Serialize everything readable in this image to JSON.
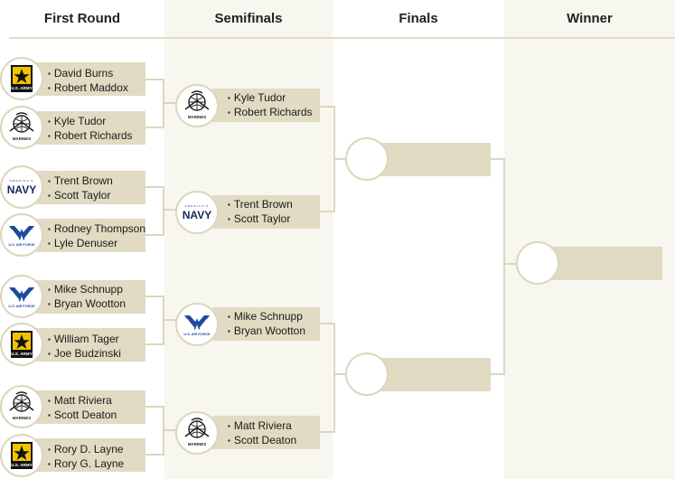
{
  "headers": {
    "first_round": "First Round",
    "semifinals": "Semifinals",
    "finals": "Finals",
    "winner": "Winner"
  },
  "first_round": [
    {
      "team": "army-logo",
      "players": [
        "David Burns",
        "Robert Maddox"
      ]
    },
    {
      "team": "marines-logo",
      "players": [
        "Kyle Tudor",
        "Robert Richards"
      ]
    },
    {
      "team": "navy-logo",
      "players": [
        "Trent Brown",
        "Scott Taylor"
      ]
    },
    {
      "team": "air-force-logo",
      "players": [
        "Rodney Thompson",
        "Lyle Denuser"
      ]
    },
    {
      "team": "air-force-logo",
      "players": [
        "Mike Schnupp",
        "Bryan Wootton"
      ]
    },
    {
      "team": "army-logo",
      "players": [
        "William Tager",
        "Joe Budzinski"
      ]
    },
    {
      "team": "marines-logo",
      "players": [
        "Matt Riviera",
        "Scott Deaton"
      ]
    },
    {
      "team": "army-logo",
      "players": [
        "Rory D. Layne",
        "Rory G. Layne"
      ]
    }
  ],
  "semifinals": [
    {
      "team": "marines-logo",
      "players": [
        "Kyle Tudor",
        "Robert Richards"
      ]
    },
    {
      "team": "navy-logo",
      "players": [
        "Trent Brown",
        "Scott Taylor"
      ]
    },
    {
      "team": "air-force-logo",
      "players": [
        "Mike Schnupp",
        "Bryan Wootton"
      ]
    },
    {
      "team": "marines-logo",
      "players": [
        "Matt Riviera",
        "Scott Deaton"
      ]
    }
  ],
  "logo_text": {
    "army": "U.S. ARMY",
    "marines": "MARINES",
    "navy": "NAVY",
    "navy_top": "AMERICA'S",
    "air_force": "U.S. AIR FORCE"
  },
  "colors": {
    "box": "#e0dbc2",
    "column_bg": "#f7f6ef",
    "line": "#dcd6bd",
    "army_gold": "#f2c200",
    "navy_blue": "#13285c",
    "air_force_blue": "#1d4b9a"
  }
}
